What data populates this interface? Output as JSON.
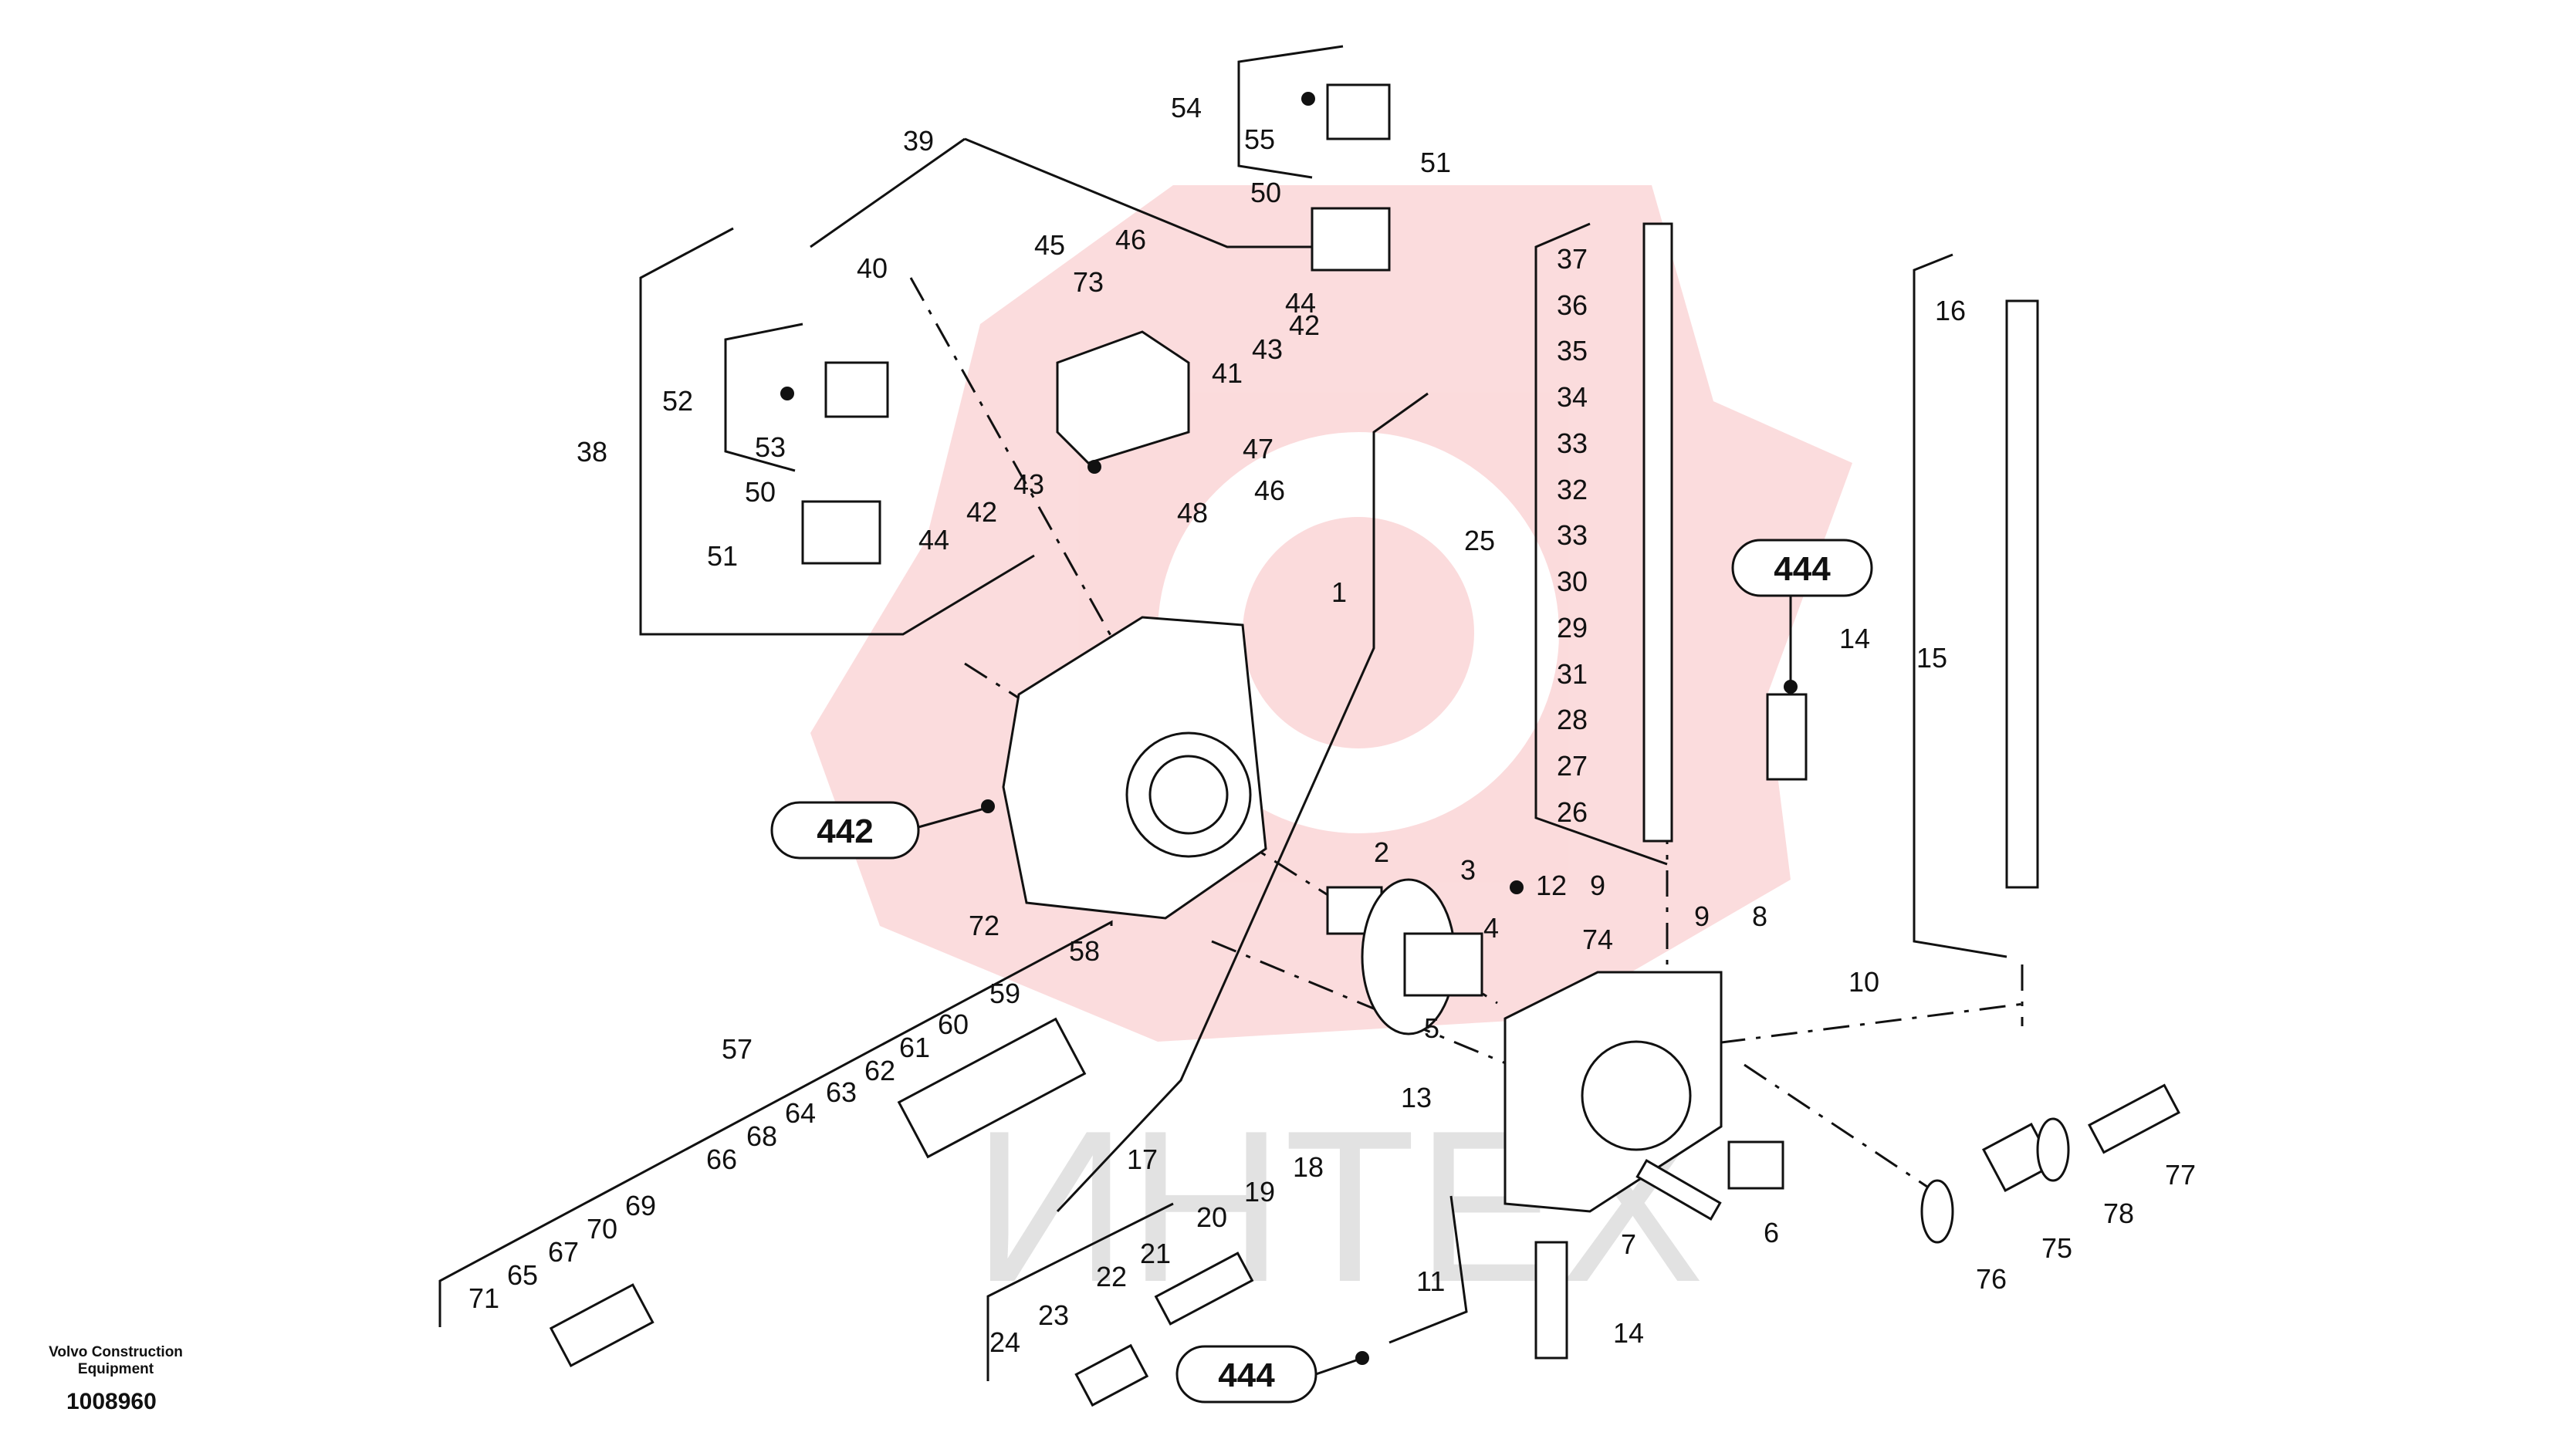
{
  "diagram": {
    "watermark_text": "ИНТЕХ",
    "colors": {
      "line": "#111111",
      "watermark_red": "#e8242e",
      "watermark_gray": "#d9d9d9"
    },
    "callouts": [
      "444",
      "442",
      "444"
    ],
    "labels": [
      {
        "id": "l54",
        "text": "54"
      },
      {
        "id": "l55",
        "text": "55"
      },
      {
        "id": "l51a",
        "text": "51"
      },
      {
        "id": "l50a",
        "text": "50"
      },
      {
        "id": "l39",
        "text": "39"
      },
      {
        "id": "l46a",
        "text": "46"
      },
      {
        "id": "l45",
        "text": "45"
      },
      {
        "id": "l73",
        "text": "73"
      },
      {
        "id": "l40",
        "text": "40"
      },
      {
        "id": "l44a",
        "text": "44"
      },
      {
        "id": "l42a",
        "text": "42"
      },
      {
        "id": "l43a",
        "text": "43"
      },
      {
        "id": "l41",
        "text": "41"
      },
      {
        "id": "l52",
        "text": "52"
      },
      {
        "id": "l53",
        "text": "53"
      },
      {
        "id": "l38",
        "text": "38"
      },
      {
        "id": "l50b",
        "text": "50"
      },
      {
        "id": "l43b",
        "text": "43"
      },
      {
        "id": "l42b",
        "text": "42"
      },
      {
        "id": "l44b",
        "text": "44"
      },
      {
        "id": "l47",
        "text": "47"
      },
      {
        "id": "l46b",
        "text": "46"
      },
      {
        "id": "l48",
        "text": "48"
      },
      {
        "id": "l51b",
        "text": "51"
      },
      {
        "id": "l37",
        "text": "37"
      },
      {
        "id": "l36",
        "text": "36"
      },
      {
        "id": "l35",
        "text": "35"
      },
      {
        "id": "l34",
        "text": "34"
      },
      {
        "id": "l33a",
        "text": "33"
      },
      {
        "id": "l32",
        "text": "32"
      },
      {
        "id": "l25",
        "text": "25"
      },
      {
        "id": "l33b",
        "text": "33"
      },
      {
        "id": "l30",
        "text": "30"
      },
      {
        "id": "l29",
        "text": "29"
      },
      {
        "id": "l31",
        "text": "31"
      },
      {
        "id": "l28",
        "text": "28"
      },
      {
        "id": "l27",
        "text": "27"
      },
      {
        "id": "l26",
        "text": "26"
      },
      {
        "id": "l1",
        "text": "1"
      },
      {
        "id": "l16",
        "text": "16"
      },
      {
        "id": "l14a",
        "text": "14"
      },
      {
        "id": "l15",
        "text": "15"
      },
      {
        "id": "l2",
        "text": "2"
      },
      {
        "id": "l3",
        "text": "3"
      },
      {
        "id": "l4",
        "text": "4"
      },
      {
        "id": "l12",
        "text": "12"
      },
      {
        "id": "l9a",
        "text": "9"
      },
      {
        "id": "l9b",
        "text": "9"
      },
      {
        "id": "l8",
        "text": "8"
      },
      {
        "id": "l74",
        "text": "74"
      },
      {
        "id": "l10",
        "text": "10"
      },
      {
        "id": "l5",
        "text": "5"
      },
      {
        "id": "l13",
        "text": "13"
      },
      {
        "id": "l72",
        "text": "72"
      },
      {
        "id": "l58",
        "text": "58"
      },
      {
        "id": "l59",
        "text": "59"
      },
      {
        "id": "l57",
        "text": "57"
      },
      {
        "id": "l60",
        "text": "60"
      },
      {
        "id": "l61",
        "text": "61"
      },
      {
        "id": "l62",
        "text": "62"
      },
      {
        "id": "l63",
        "text": "63"
      },
      {
        "id": "l64",
        "text": "64"
      },
      {
        "id": "l68",
        "text": "68"
      },
      {
        "id": "l66",
        "text": "66"
      },
      {
        "id": "l69",
        "text": "69"
      },
      {
        "id": "l70",
        "text": "70"
      },
      {
        "id": "l67",
        "text": "67"
      },
      {
        "id": "l65",
        "text": "65"
      },
      {
        "id": "l71",
        "text": "71"
      },
      {
        "id": "l17",
        "text": "17"
      },
      {
        "id": "l18",
        "text": "18"
      },
      {
        "id": "l19",
        "text": "19"
      },
      {
        "id": "l20",
        "text": "20"
      },
      {
        "id": "l21",
        "text": "21"
      },
      {
        "id": "l22",
        "text": "22"
      },
      {
        "id": "l23",
        "text": "23"
      },
      {
        "id": "l24",
        "text": "24"
      },
      {
        "id": "l11",
        "text": "11"
      },
      {
        "id": "l7",
        "text": "7"
      },
      {
        "id": "l6",
        "text": "6"
      },
      {
        "id": "l14b",
        "text": "14"
      },
      {
        "id": "l77",
        "text": "77"
      },
      {
        "id": "l78",
        "text": "78"
      },
      {
        "id": "l75",
        "text": "75"
      },
      {
        "id": "l76",
        "text": "76"
      }
    ]
  },
  "footer": {
    "brand": "Volvo Construction Equipment",
    "part_number": "1008960"
  }
}
